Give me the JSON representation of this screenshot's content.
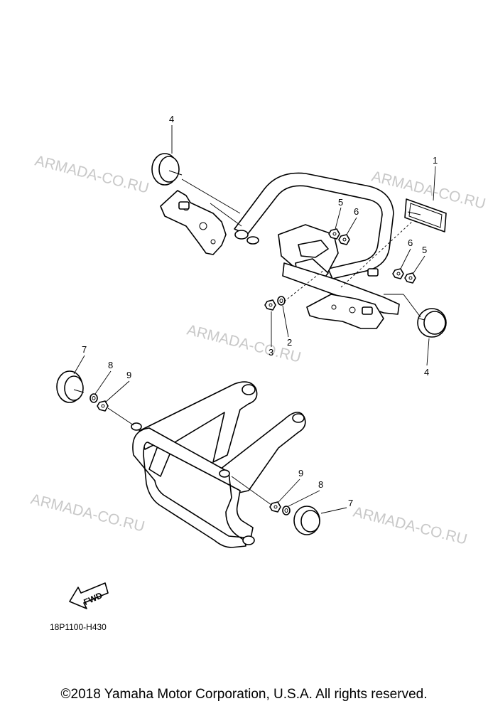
{
  "watermarks": [
    "ARMADA-CO.RU",
    "ARMADA-CO.RU",
    "ARMADA-CO.RU",
    "ARMADA-CO.RU",
    "ARMADA-CO.RU"
  ],
  "callouts": [
    "4",
    "1",
    "5",
    "6",
    "6",
    "5",
    "3",
    "2",
    "4",
    "7",
    "8",
    "9",
    "9",
    "8",
    "7"
  ],
  "fwd_label": "FWD",
  "diagram_code": "18P1100-H430",
  "copyright": "©2018 Yamaha Motor Corporation, U.S.A. All rights reserved."
}
